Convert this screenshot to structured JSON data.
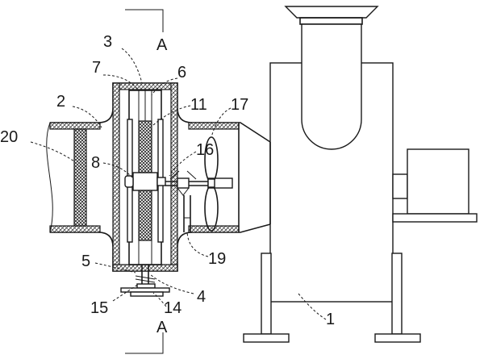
{
  "section_marks": {
    "top": "A",
    "bottom": "A"
  },
  "labels": {
    "n1": "1",
    "n2": "2",
    "n3": "3",
    "n4": "4",
    "n5": "5",
    "n6": "6",
    "n7": "7",
    "n8": "8",
    "n11": "11",
    "n14": "14",
    "n15": "15",
    "n16": "16",
    "n17": "17",
    "n19": "19",
    "n20": "20"
  }
}
